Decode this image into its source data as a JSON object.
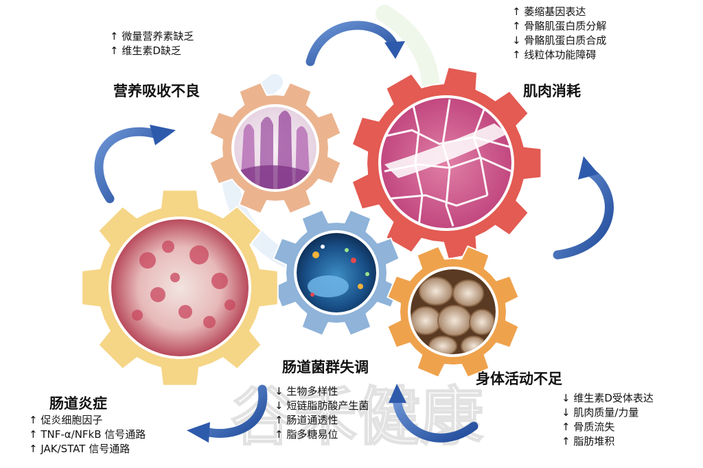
{
  "watermark": "谷禾健康",
  "nodes": {
    "malabsorption": {
      "title": "营养吸收不良",
      "items": [
        "↑ 微量营养素缺乏",
        "↑ 维生素D缺乏"
      ],
      "gear_color": "#EBB48F"
    },
    "muscle_wasting": {
      "title": "肌肉消耗",
      "items": [
        "↑ 萎缩基因表达",
        "↑ 骨骼肌蛋白质分解",
        "↓ 骨骼肌蛋白质合成",
        "↑ 线粒体功能障碍"
      ],
      "gear_color": "#E35B52"
    },
    "dysbiosis": {
      "title": "肠道菌群失调",
      "items": [
        "↓ 生物多样性",
        "↓ 短链脂肪酸产生菌",
        "↑ 肠道通透性",
        "↑ 脂多糖易位"
      ],
      "gear_color": "#8FB3D9"
    },
    "inflammation": {
      "title": "肠道炎症",
      "items": [
        "↑ 促炎细胞因子",
        "↑ TNF-α/NFkB 信号通路",
        "↑ JAK/STAT 信号通路"
      ],
      "gear_color": "#F5D586"
    },
    "inactivity": {
      "title": "身体活动不足",
      "items": [
        "↓ 维生素D受体表达",
        "↓ 肌肉质量/力量",
        "↑ 骨质流失",
        "↑ 脂肪堆积"
      ],
      "gear_color": "#EFA24C"
    }
  },
  "arrow_color": "#2E5AAC"
}
